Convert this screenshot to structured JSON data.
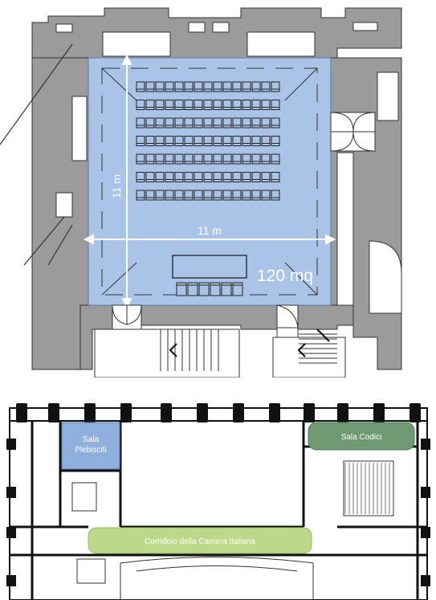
{
  "room_plan": {
    "dimension_vertical": "11 m",
    "dimension_horizontal": "11 m",
    "area": "120 mq"
  },
  "floor_plan": {
    "rooms": [
      {
        "label_line1": "Sala",
        "label_line2": "Plebisciti"
      },
      {
        "label": "Sala Codici"
      },
      {
        "label": "Corridoio della Camera Italiana"
      }
    ]
  },
  "colors": {
    "wall": "#9b9b9b",
    "wall_dark": "#111111",
    "room_fill": "#a9c4e6",
    "room_highlight": "#8fb0de",
    "codici_green": "#6f9a74",
    "corridor_green": "#bcd98a"
  }
}
